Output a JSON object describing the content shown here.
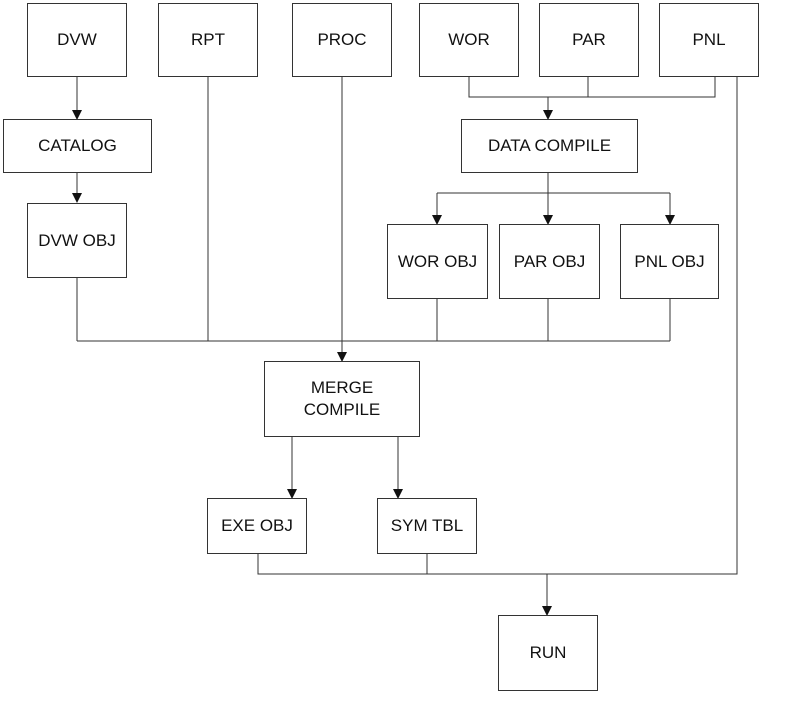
{
  "diagram": {
    "line_color": "#333333",
    "nodes": {
      "dvw": "DVW",
      "rpt": "RPT",
      "proc": "PROC",
      "wor": "WOR",
      "par": "PAR",
      "pnl": "PNL",
      "catalog": "CATALOG",
      "data_compile": "DATA COMPILE",
      "dvw_obj": "DVW OBJ",
      "wor_obj": "WOR OBJ",
      "par_obj": "PAR OBJ",
      "pnl_obj": "PNL OBJ",
      "merge_compile": "MERGE\nCOMPILE",
      "exe_obj": "EXE OBJ",
      "sym_tbl": "SYM TBL",
      "run": "RUN"
    }
  }
}
